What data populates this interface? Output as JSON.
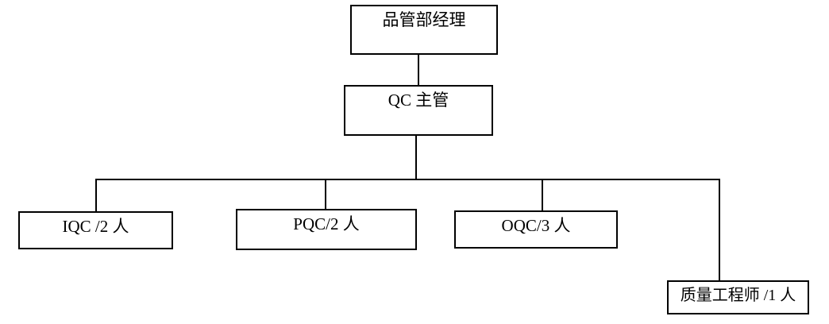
{
  "diagram": {
    "type": "org-chart",
    "colors": {
      "border": "#000000",
      "background": "#ffffff",
      "text": "#000000",
      "connector": "#000000"
    },
    "nodes": {
      "manager": {
        "label": "品管部经理"
      },
      "supervisor": {
        "label": "QC 主管"
      },
      "iqc": {
        "label": "IQC /2 人"
      },
      "pqc": {
        "label": "PQC/2 人"
      },
      "oqc": {
        "label": "OQC/3 人"
      },
      "engineer": {
        "label": "质量工程师 /1 人"
      }
    },
    "edges": [
      {
        "from": "manager",
        "to": "supervisor"
      },
      {
        "from": "supervisor",
        "to": "iqc"
      },
      {
        "from": "supervisor",
        "to": "pqc"
      },
      {
        "from": "supervisor",
        "to": "oqc"
      },
      {
        "from": "supervisor",
        "to": "engineer"
      }
    ]
  }
}
